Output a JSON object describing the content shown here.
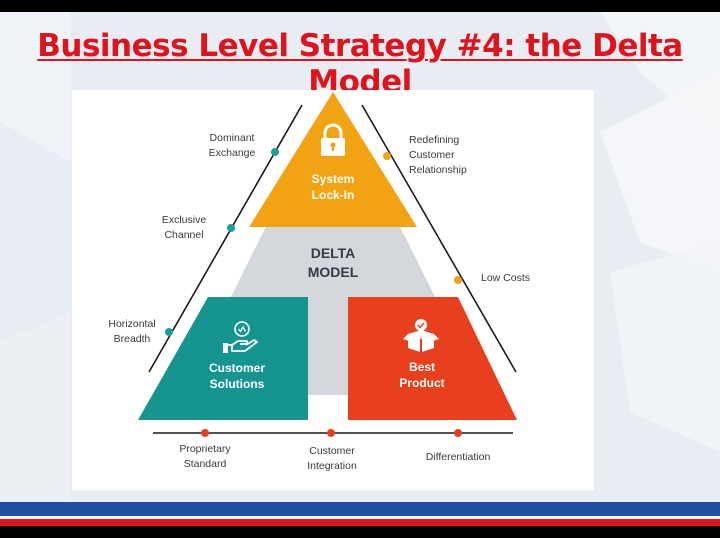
{
  "title": "Business Level Strategy #4: the Delta Model",
  "center": {
    "line1": "DELTA",
    "line2": "MODEL"
  },
  "shapes": {
    "top": {
      "line1": "System",
      "line2": "Lock-In",
      "color": "#f2a311",
      "icon": "lock-icon"
    },
    "bottom_left": {
      "line1": "Customer",
      "line2": "Solutions",
      "color": "#159490",
      "icon": "hand-gift-icon"
    },
    "bottom_right": {
      "line1": "Best",
      "line2": "Product",
      "color": "#e8401c",
      "icon": "box-icon"
    }
  },
  "left_side": [
    {
      "line1": "Dominant",
      "line2": "Exchange"
    },
    {
      "line1": "Exclusive",
      "line2": "Channel"
    },
    {
      "line1": "Horizontal",
      "line2": "Breadth"
    }
  ],
  "right_side": [
    {
      "line1": "Redefining",
      "line2": "Customer",
      "line3": "Relationship"
    },
    {
      "line1": "Low Costs"
    }
  ],
  "bottom_side": [
    {
      "line1": "Proprietary",
      "line2": "Standard"
    },
    {
      "line1": "Customer",
      "line2": "Integration"
    },
    {
      "line1": "Differentiation"
    }
  ],
  "colors": {
    "title": "#e0121b",
    "teal_dot": "#17a09a",
    "orange_dot": "#f2a311",
    "red_dot": "#e8401c",
    "stripe_blue": "#1f4ea3",
    "stripe_red": "#e0121b"
  }
}
